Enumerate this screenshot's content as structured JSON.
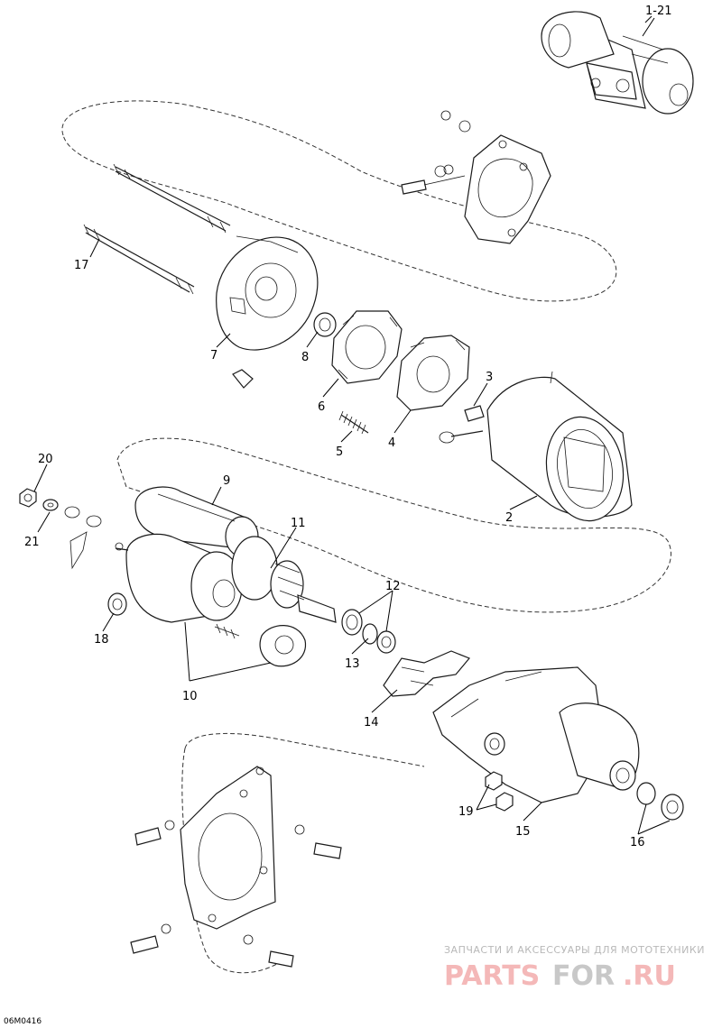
{
  "diagram": {
    "code": "06M0416",
    "callouts": {
      "c1_21": "1-21",
      "c2": "2",
      "c3": "3",
      "c4": "4",
      "c5": "5",
      "c6": "6",
      "c7": "7",
      "c8": "8",
      "c9": "9",
      "c10": "10",
      "c11": "11",
      "c12": "12",
      "c13": "13",
      "c14": "14",
      "c15": "15",
      "c16": "16",
      "c17": "17",
      "c18": "18",
      "c19": "19",
      "c20": "20",
      "c21": "21"
    }
  },
  "watermark": {
    "line": "ЗАПЧАСТИ И АКСЕССУАРЫ ДЛЯ МОТОТЕХНИКИ",
    "brand_a": "PARTS",
    "brand_b": "FOR",
    "brand_c": ".RU",
    "color": "#f4b8b8"
  }
}
